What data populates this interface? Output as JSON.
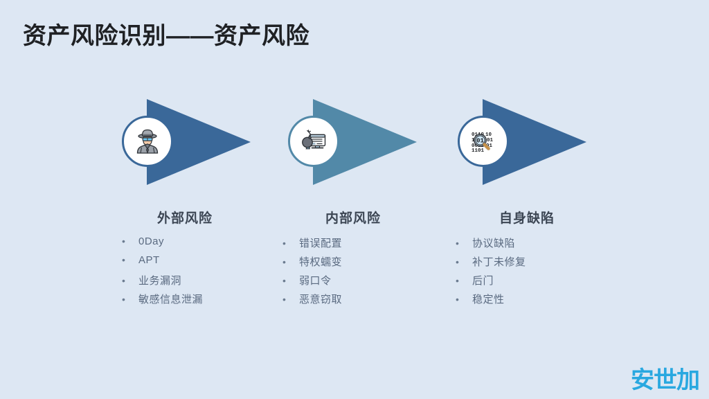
{
  "slide": {
    "title": "资产风险识别——资产风险",
    "background_color": "#dde7f3"
  },
  "colors": {
    "arrow_dark": "#3a6899",
    "arrow_light": "#5289a8",
    "heading_text": "#3c4654",
    "bullet_text": "#5a6a80",
    "title_text": "#1f2124",
    "logo": "#29a8e0"
  },
  "groups": [
    {
      "heading": "外部风险",
      "icon": "spy-icon",
      "arrow_color": "#3a6899",
      "bullets": [
        "0Day",
        "APT",
        "业务漏洞",
        "敏感信息泄漏"
      ]
    },
    {
      "heading": "内部风险",
      "icon": "bomb-monitor-icon",
      "arrow_color": "#5289a8",
      "bullets": [
        "错误配置",
        "特权蠕变",
        "弱口令",
        "恶意窃取"
      ]
    },
    {
      "heading": "自身缺陷",
      "icon": "binary-magnifier-icon",
      "arrow_color": "#3a6899",
      "bullets": [
        "协议缺陷",
        "补丁未修复",
        "后门",
        "稳定性"
      ]
    }
  ],
  "logo": {
    "text": "安世加"
  },
  "bullet_glyph": "•"
}
